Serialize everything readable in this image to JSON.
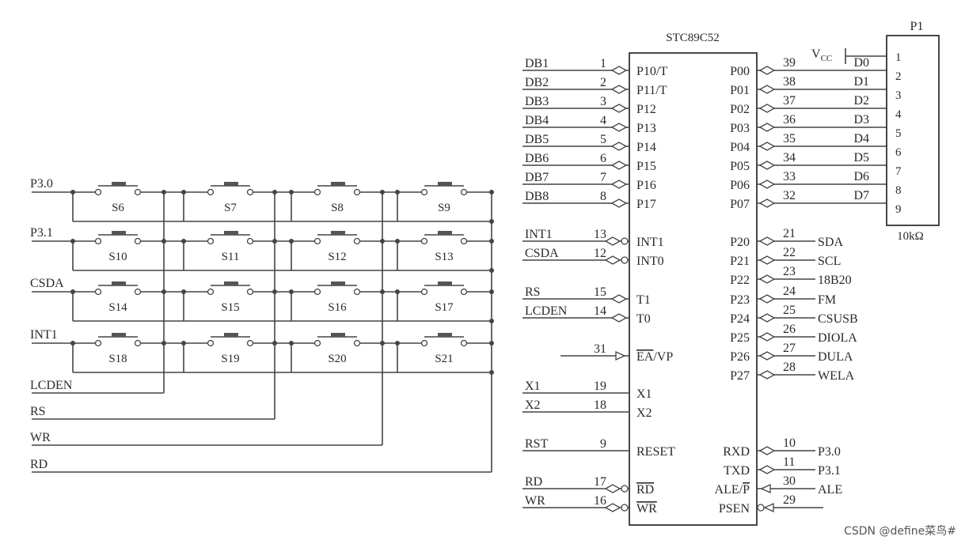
{
  "mcu": {
    "name": "STC89C52",
    "left_pins": [
      {
        "net": "DB1",
        "num": "1",
        "name": "P10/T",
        "shape": "bidir"
      },
      {
        "net": "DB2",
        "num": "2",
        "name": "P11/T",
        "shape": "bidir"
      },
      {
        "net": "DB3",
        "num": "3",
        "name": "P12",
        "shape": "bidir"
      },
      {
        "net": "DB4",
        "num": "4",
        "name": "P13",
        "shape": "bidir"
      },
      {
        "net": "DB5",
        "num": "5",
        "name": "P14",
        "shape": "bidir"
      },
      {
        "net": "DB6",
        "num": "6",
        "name": "P15",
        "shape": "bidir"
      },
      {
        "net": "DB7",
        "num": "7",
        "name": "P16",
        "shape": "bidir"
      },
      {
        "net": "DB8",
        "num": "8",
        "name": "P17",
        "shape": "bidir"
      },
      {
        "net": "INT1",
        "num": "13",
        "name": "INT1",
        "shape": "bidir_bubble"
      },
      {
        "net": "CSDA",
        "num": "12",
        "name": "INT0",
        "shape": "bidir_bubble"
      },
      {
        "net": "RS",
        "num": "15",
        "name": "T1",
        "shape": "bidir"
      },
      {
        "net": "LCDEN",
        "num": "14",
        "name": "T0",
        "shape": "bidir"
      },
      {
        "net": "",
        "num": "31",
        "name": "EA/VP",
        "shape": "input",
        "overline": "EA"
      },
      {
        "net": "X1",
        "num": "19",
        "name": "X1",
        "shape": "none"
      },
      {
        "net": "X2",
        "num": "18",
        "name": "X2",
        "shape": "none"
      },
      {
        "net": "RST",
        "num": "9",
        "name": "RESET",
        "shape": "none"
      },
      {
        "net": "RD",
        "num": "17",
        "name": "RD",
        "shape": "bidir_bubble",
        "overline": "RD"
      },
      {
        "net": "WR",
        "num": "16",
        "name": "WR",
        "shape": "bidir_bubble",
        "overline": "WR"
      }
    ],
    "right_pins": [
      {
        "name": "P00",
        "num": "39",
        "net": "D0",
        "shape": "bidir"
      },
      {
        "name": "P01",
        "num": "38",
        "net": "D1",
        "shape": "bidir"
      },
      {
        "name": "P02",
        "num": "37",
        "net": "D2",
        "shape": "bidir"
      },
      {
        "name": "P03",
        "num": "36",
        "net": "D3",
        "shape": "bidir"
      },
      {
        "name": "P04",
        "num": "35",
        "net": "D4",
        "shape": "bidir"
      },
      {
        "name": "P05",
        "num": "34",
        "net": "D5",
        "shape": "bidir"
      },
      {
        "name": "P06",
        "num": "33",
        "net": "D6",
        "shape": "bidir"
      },
      {
        "name": "P07",
        "num": "32",
        "net": "D7",
        "shape": "bidir"
      },
      {
        "name": "P20",
        "num": "21",
        "net": "SDA",
        "shape": "bidir"
      },
      {
        "name": "P21",
        "num": "22",
        "net": "SCL",
        "shape": "bidir"
      },
      {
        "name": "P22",
        "num": "23",
        "net": "18B20",
        "shape": "bidir"
      },
      {
        "name": "P23",
        "num": "24",
        "net": "FM",
        "shape": "bidir"
      },
      {
        "name": "P24",
        "num": "25",
        "net": "CSUSB",
        "shape": "bidir"
      },
      {
        "name": "P25",
        "num": "26",
        "net": "DIOLA",
        "shape": "bidir"
      },
      {
        "name": "P26",
        "num": "27",
        "net": "DULA",
        "shape": "bidir"
      },
      {
        "name": "P27",
        "num": "28",
        "net": "WELA",
        "shape": "bidir"
      },
      {
        "name": "RXD",
        "num": "10",
        "net": "P3.0",
        "shape": "bidir"
      },
      {
        "name": "TXD",
        "num": "11",
        "net": "P3.1",
        "shape": "bidir"
      },
      {
        "name": "ALE/P",
        "num": "30",
        "net": "ALE",
        "shape": "output",
        "overline": "P"
      },
      {
        "name": "PSEN",
        "num": "29",
        "net": "",
        "shape": "output_bubble"
      }
    ]
  },
  "connector": {
    "ref": "P1",
    "value": "10kΩ",
    "vcc_main": "V",
    "vcc_sub": "CC",
    "pins": [
      "1",
      "2",
      "3",
      "4",
      "5",
      "6",
      "7",
      "8",
      "9"
    ]
  },
  "keypad": {
    "row_nets": [
      "P3.0",
      "P3.1",
      "CSDA",
      "INT1"
    ],
    "col_nets": [
      "LCDEN",
      "RS",
      "WR",
      "RD"
    ],
    "switches": [
      [
        "S6",
        "S7",
        "S8",
        "S9"
      ],
      [
        "S10",
        "S11",
        "S12",
        "S13"
      ],
      [
        "S14",
        "S15",
        "S16",
        "S17"
      ],
      [
        "S18",
        "S19",
        "S20",
        "S21"
      ]
    ]
  },
  "watermark": "CSDN @define菜鸟#"
}
